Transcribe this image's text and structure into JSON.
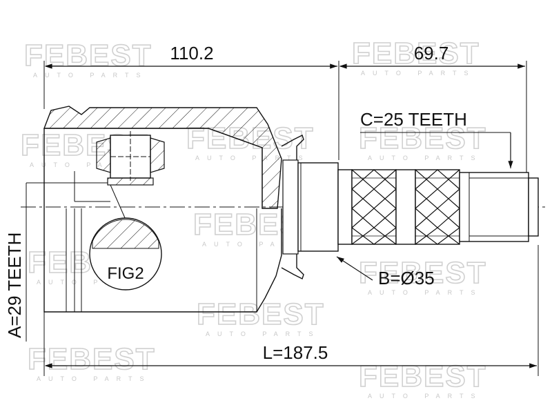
{
  "watermark": {
    "brand": "FEBEST",
    "tagline": "AUTO PARTS"
  },
  "dimensions": {
    "housing_length": "110.2",
    "shaft_length": "69.7",
    "total_length": "L=187.5"
  },
  "labels": {
    "outer_teeth": "A=29 TEETH",
    "inner_diameter": "B=Ø35",
    "shaft_teeth": "C=25 TEETH",
    "detail_figure": "FIG2"
  },
  "colors": {
    "line": "#111111",
    "watermark": "#d0d0d0"
  }
}
